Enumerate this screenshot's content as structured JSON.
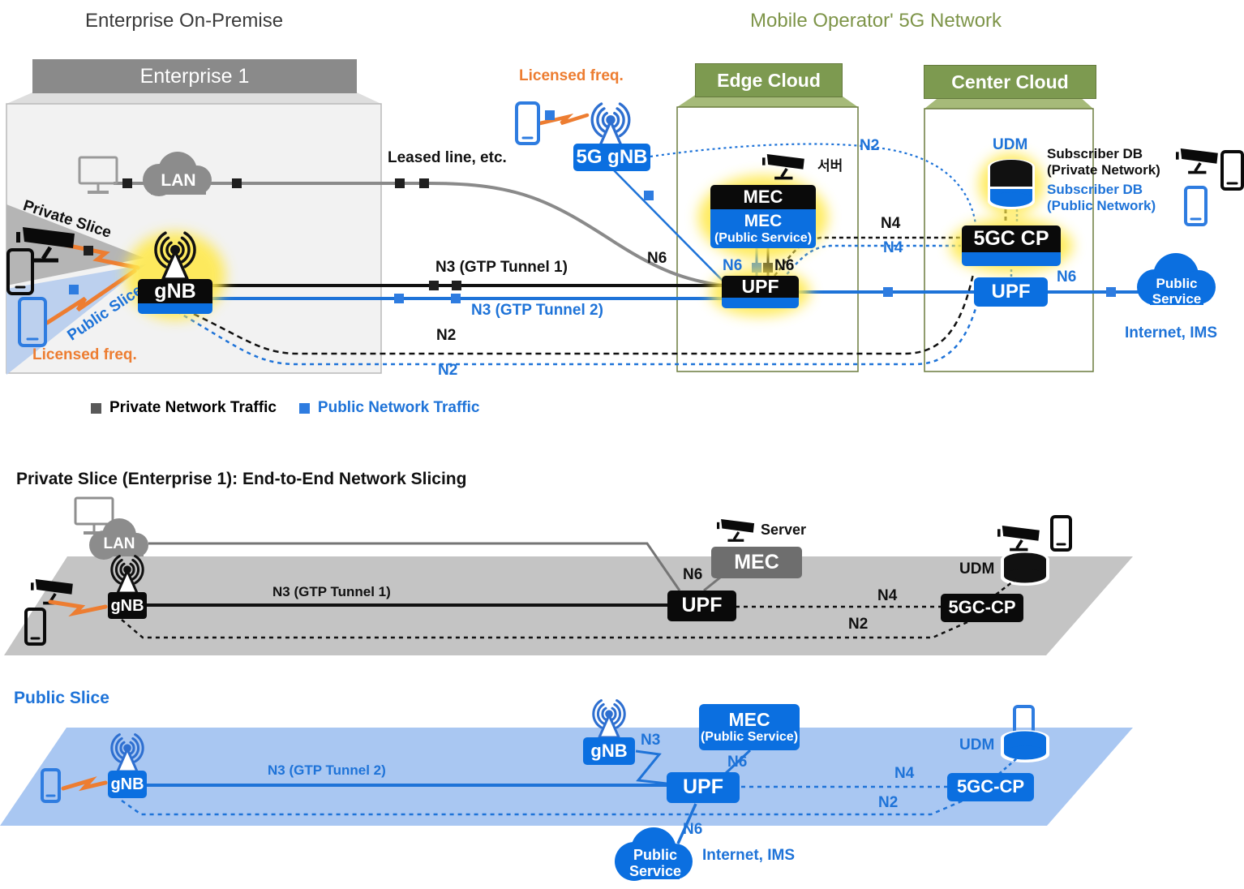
{
  "top": {
    "title_left": "Enterprise On-Premise",
    "title_right": "Mobile Operator' 5G Network",
    "enterprise_header": "Enterprise 1",
    "lan": "LAN",
    "private_slice": "Private Slice",
    "public_slice": "Public Slice",
    "licensed_freq_left": "Licensed freq.",
    "gnb": "gNB",
    "leased_line": "Leased line, etc.",
    "n3_tunnel1": "N3 (GTP Tunnel 1)",
    "n3_tunnel2": "N3 (GTP Tunnel 2)",
    "n2_private": "N2",
    "n2_public": "N2",
    "n6_leased": "N6",
    "licensed_freq_top": "Licensed freq.",
    "gnb_5g": "5G gNB",
    "n2_operator": "N2",
    "edge_header": "Edge Cloud",
    "server_kr": "서버",
    "mec_private": "MEC",
    "mec_public_1": "MEC",
    "mec_public_2": "(Public Service)",
    "n6_mec_public": "N6",
    "n6_mec_private": "N6",
    "upf_edge": "UPF",
    "n4_private": "N4",
    "n4_public": "N4",
    "center_header": "Center Cloud",
    "udm": "UDM",
    "sub_db_priv_1": "Subscriber DB",
    "sub_db_priv_2": "(Private Network)",
    "sub_db_pub_1": "Subscriber DB",
    "sub_db_pub_2": "(Public Network)",
    "cp": "5GC CP",
    "upf_center": "UPF",
    "n6_center": "N6",
    "cloud_1": "Public",
    "cloud_2": "Service",
    "internet": "Internet, IMS"
  },
  "legend": {
    "private": "Private Network Traffic",
    "public": "Public Network Traffic"
  },
  "mid": {
    "title": "Private Slice (Enterprise 1): End-to-End Network Slicing",
    "lan": "LAN",
    "gnb": "gNB",
    "n3": "N3 (GTP Tunnel 1)",
    "server": "Server",
    "mec": "MEC",
    "n6": "N6",
    "upf": "UPF",
    "n4": "N4",
    "n2": "N2",
    "cp": "5GC-CP",
    "udm": "UDM"
  },
  "bot": {
    "title": "Public Slice",
    "gnb1": "gNB",
    "n3_long": "N3 (GTP Tunnel 2)",
    "gnb2": "gNB",
    "n3_short": "N3",
    "mec_1": "MEC",
    "mec_2": "(Public Service)",
    "n6_mec": "N6",
    "upf": "UPF",
    "n4": "N4",
    "n2": "N2",
    "cp": "5GC-CP",
    "udm": "UDM",
    "n6_cloud": "N6",
    "cloud_1": "Public",
    "cloud_2": "Service",
    "internet": "Internet, IMS"
  },
  "colors": {
    "public_blue": "#0b6fe0",
    "blue_text": "#1e73d8",
    "orange": "#ed7d31",
    "olive_header": "#7d9a50",
    "glow_yellow": "#ffe94e",
    "private_gray": "#595959"
  }
}
